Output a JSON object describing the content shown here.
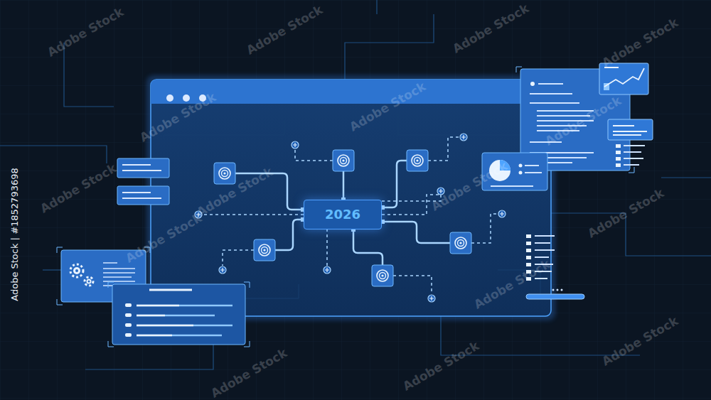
{
  "diagram": {
    "nodes": [
      {
        "text": [
          "2026"
        ]
      }
    ],
    "labels": [
      "Adobe Stock",
      "Adobe Stock",
      "Adobe Stock",
      "Adobe Stock",
      "Adobe Stock",
      "Adobe Stock",
      "Adobe Stock",
      "Adobe Stock",
      "Adobe Stock",
      "Adobe Stock",
      "Adobe Stock",
      "Adobe Stock",
      "Adobe Stock",
      "Adobe Stock",
      "Adobe Stock",
      "Adobe Stock",
      "Adobe Stock | #1852793698"
    ]
  }
}
